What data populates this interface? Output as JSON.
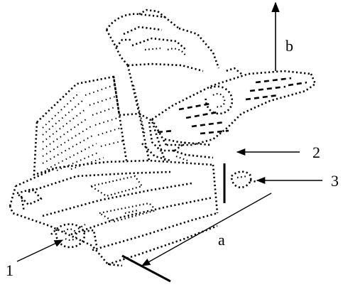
{
  "labels": {
    "callout_1": "1",
    "callout_2": "2",
    "callout_3": "3",
    "direction_a": "a",
    "direction_b": "b"
  },
  "colors": {
    "ink": "#000000",
    "background": "#ffffff"
  }
}
